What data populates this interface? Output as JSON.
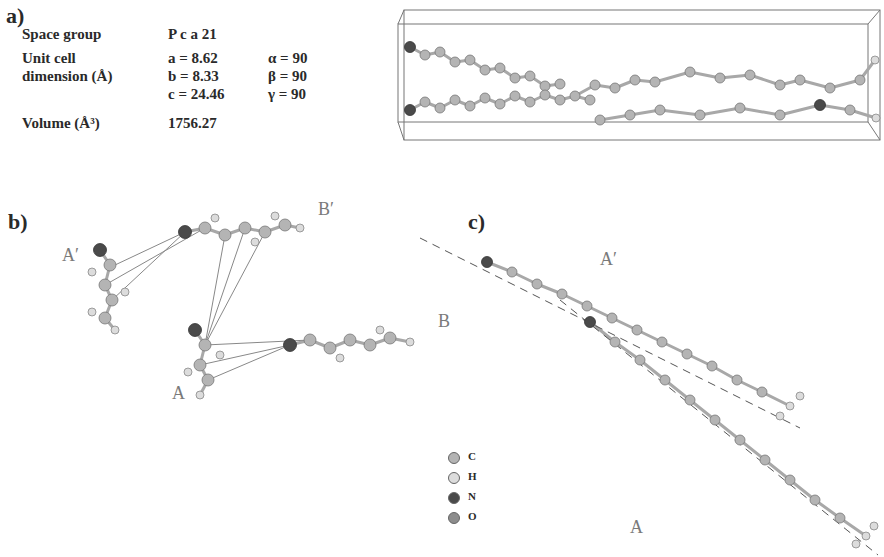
{
  "diagram": {
    "labels": [
      "a)",
      "Space group",
      "P c a 21",
      "Unit cell",
      "dimension (Å)",
      "a = 8.62",
      "b = 8.33",
      "c = 24.46",
      "α = 90",
      "β = 90",
      "γ = 90",
      "Volume (Å³)",
      "1756.27",
      "b)",
      "c)",
      "A′",
      "B′",
      "A",
      "B",
      "A′",
      "A"
    ],
    "legend": [
      {
        "text": "C",
        "color": "#b4b4b4"
      },
      {
        "text": "H",
        "color": "#dcdcdc"
      },
      {
        "text": "N",
        "color": "#4a4a4a"
      },
      {
        "text": "O",
        "color": "#8c8c8c"
      }
    ]
  }
}
